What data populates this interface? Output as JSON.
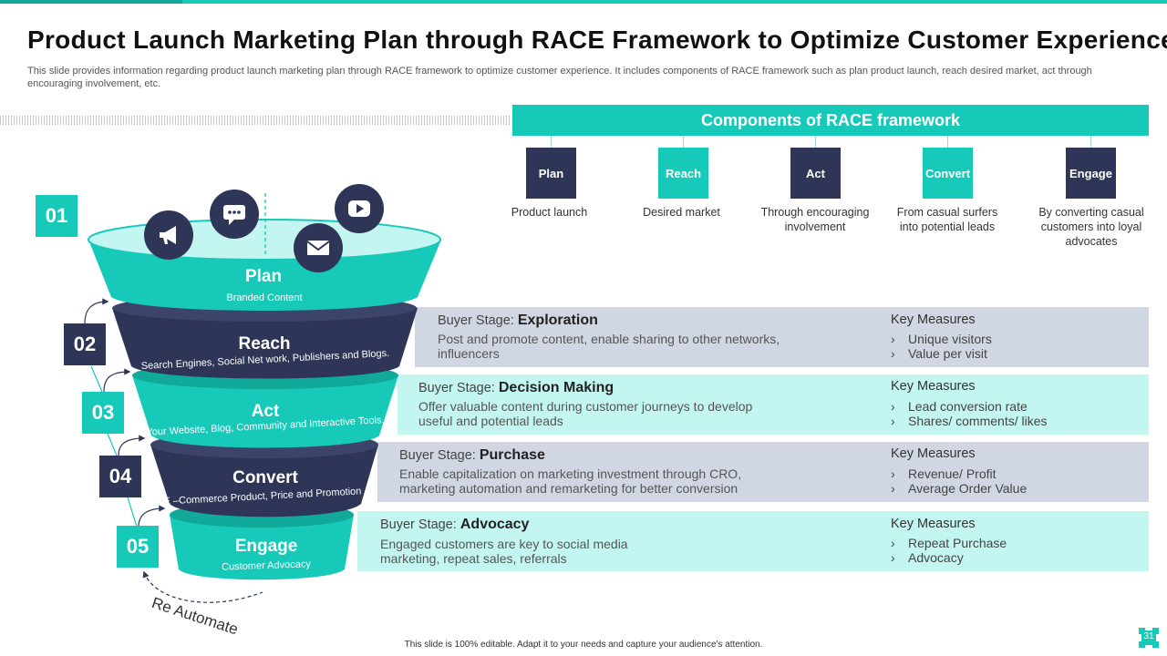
{
  "title": "Product Launch Marketing Plan through RACE Framework to Optimize Customer Experience",
  "subtitle": "This slide provides information regarding product launch marketing plan through RACE framework to optimize customer experience. It includes components of RACE framework such as plan product launch, reach desired market, act through encouraging involvement, etc.",
  "components": {
    "header": "Components of RACE framework",
    "items": [
      {
        "label": "Plan",
        "desc": "Product launch"
      },
      {
        "label": "Reach",
        "desc": "Desired market"
      },
      {
        "label": "Act",
        "desc": "Through  encouraging involvement"
      },
      {
        "label": "Convert",
        "desc": "From casual surfers into potential leads"
      },
      {
        "label": "Engage",
        "desc": "By converting casual customers into loyal advocates"
      }
    ]
  },
  "funnel": {
    "layers": [
      {
        "num": "01",
        "title": "Plan",
        "sub": "Branded Content"
      },
      {
        "num": "02",
        "title": "Reach",
        "sub": "Search Engines, Social Net work, Publishers and Blogs."
      },
      {
        "num": "03",
        "title": "Act",
        "sub": "Your Website, Blog, Community and Interactive Tools."
      },
      {
        "num": "04",
        "title": "Convert",
        "sub": "E –Commerce Product, Price and Promotion"
      },
      {
        "num": "05",
        "title": "Engage",
        "sub": "Customer Advocacy"
      }
    ],
    "reautomate": "Re Automate",
    "icons": [
      "megaphone-icon",
      "chat-icon",
      "video-play-icon",
      "email-icon"
    ]
  },
  "stages": [
    {
      "prefix": "Buyer Stage: ",
      "name": "Exploration",
      "desc": "Post and promote content, enable sharing to other networks, influencers",
      "km_title": "Key Measures",
      "km": [
        "Unique visitors",
        "Value per visit"
      ]
    },
    {
      "prefix": "Buyer Stage: ",
      "name": "Decision Making",
      "desc": "Offer valuable content during customer journeys to develop useful and potential leads",
      "km_title": "Key Measures",
      "km": [
        "Lead conversion rate",
        "Shares/ comments/ likes"
      ]
    },
    {
      "prefix": "Buyer Stage: ",
      "name": "Purchase",
      "desc": "Enable capitalization on marketing investment through CRO, marketing automation and remarketing for better conversion",
      "km_title": "Key Measures",
      "km": [
        "Revenue/ Profit",
        "Average Order Value"
      ]
    },
    {
      "prefix": "Buyer Stage: ",
      "name": "Advocacy",
      "desc": "Engaged customers are key to social media marketing, repeat sales, referrals",
      "km_title": "Key Measures",
      "km": [
        "Repeat Purchase",
        "Advocacy"
      ]
    }
  ],
  "chevron": "›",
  "footer": "This slide is 100% editable. Adapt it to your needs and capture your audience's attention.",
  "page_number": "31",
  "colors": {
    "teal": "#17c9b8",
    "navy": "#2e3557",
    "grey_band": "#d1d6e3",
    "mint_band": "#c3f6f0"
  }
}
